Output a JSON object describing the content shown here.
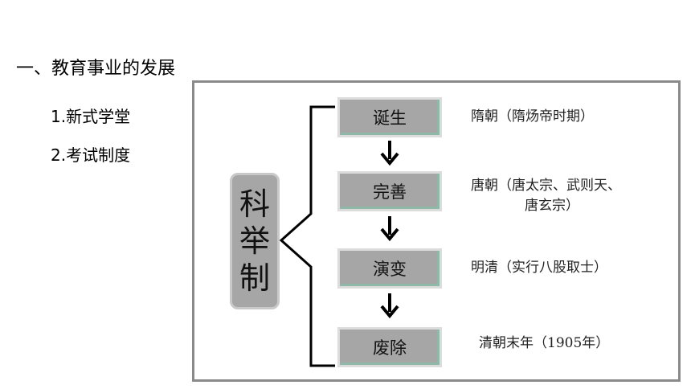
{
  "heading": "一、教育事业的发展",
  "items": [
    "1.新式学堂",
    "2.考试制度"
  ],
  "diagram": {
    "center_chars": [
      "科",
      "举",
      "制"
    ],
    "stages": [
      {
        "label": "诞生",
        "note": [
          "隋朝（隋炀帝时期）"
        ]
      },
      {
        "label": "完善",
        "note": [
          "唐朝（唐太宗、武则天、",
          "唐玄宗）"
        ]
      },
      {
        "label": "演变",
        "note": [
          "明清（实行八股取士）"
        ]
      },
      {
        "label": "废除",
        "note": [
          "清朝末年（1905年）"
        ]
      }
    ]
  }
}
